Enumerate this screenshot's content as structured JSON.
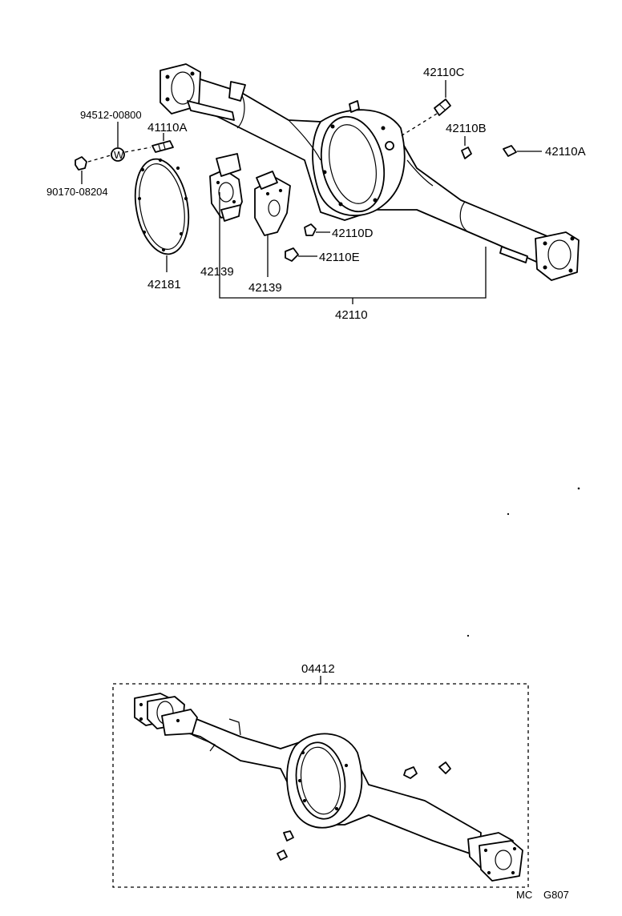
{
  "diagram": {
    "callouts": {
      "c_42110C": "42110C",
      "c_42110B": "42110B",
      "c_42110A": "42110A",
      "c_94512": "94512-00800",
      "c_41110A": "41110A",
      "c_90170": "90170-08204",
      "c_42110D": "42110D",
      "c_42110E": "42110E",
      "c_42181": "42181",
      "c_42139a": "42139",
      "c_42139b": "42139",
      "c_42110": "42110",
      "c_04412": "04412"
    },
    "washer_mark": "W",
    "footer": {
      "left": "MC",
      "right": "G807"
    }
  }
}
